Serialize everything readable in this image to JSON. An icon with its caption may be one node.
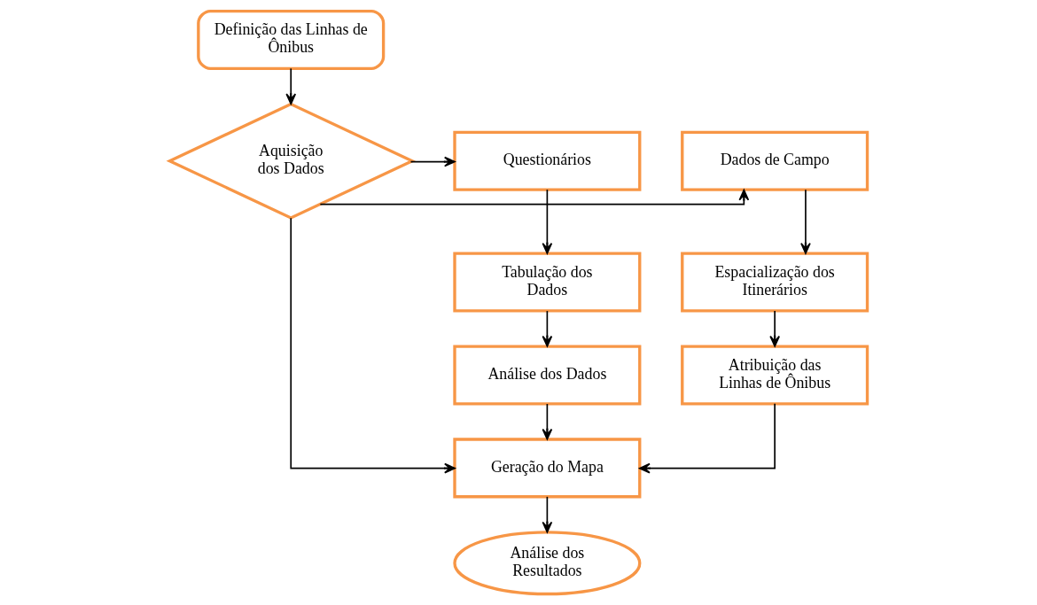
{
  "diagram": {
    "nodes": [
      {
        "text": [
          "Definição das Linhas de Ônibus"
        ]
      },
      {
        "text": [
          "Dados de Campo"
        ]
      },
      {
        "text": [
          "Aquisição dos Dados"
        ]
      },
      {
        "text": [
          "Questionários"
        ]
      },
      {
        "text": [
          "Espacialização dos Itinerários"
        ]
      },
      {
        "text": [
          "Tabulação dos Dados"
        ]
      },
      {
        "text": [
          "Atribuição das Linhas de Ônibus"
        ]
      },
      {
        "text": [
          "Geração do Mapa"
        ]
      },
      {
        "text": [
          "Análise dos Dados"
        ]
      },
      {
        "text": [
          "Análise dos Resultados"
        ]
      }
    ],
    "edges": [
      {
        "from": 0,
        "to": 2,
        "arrow": "to"
      },
      {
        "from": 2,
        "to": 1,
        "arrow": "to"
      },
      {
        "from": 2,
        "to": 3,
        "arrow": "to"
      },
      {
        "from": 1,
        "to": 4,
        "arrow": "to"
      },
      {
        "from": 4,
        "to": 6,
        "arrow": "to"
      },
      {
        "from": 3,
        "to": 5,
        "arrow": "to"
      },
      {
        "from": 5,
        "to": 8,
        "arrow": "to"
      },
      {
        "from": 2,
        "to": 7,
        "arrow": "to"
      },
      {
        "from": 6,
        "to": 7,
        "arrow": "to"
      },
      {
        "from": 8,
        "to": 7,
        "arrow": "to"
      },
      {
        "from": 7,
        "to": 9,
        "arrow": "to"
      }
    ]
  }
}
